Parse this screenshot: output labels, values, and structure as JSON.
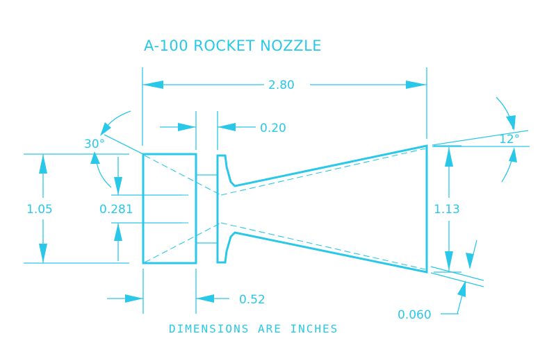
{
  "title": "A-100 ROCKET NOZZLE",
  "note": "DIMENSIONS ARE INCHES",
  "dimensions": {
    "overall_length": "2.80",
    "flange_gap": "0.20",
    "inlet_angle": "30°",
    "exit_angle": "12°",
    "outer_diameter": "1.05",
    "throat_diameter": "0.281",
    "exit_diameter": "1.13",
    "lip_thickness": "0.060",
    "body_length": "0.52"
  },
  "colors": {
    "line": "#29c8e8",
    "background": "#ffffff"
  }
}
